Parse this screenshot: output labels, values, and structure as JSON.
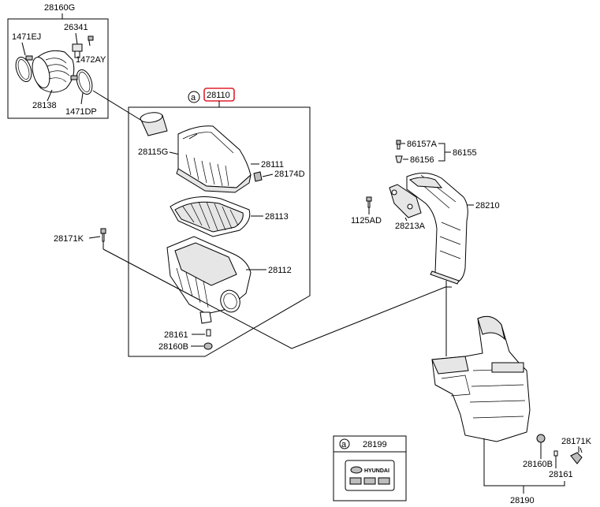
{
  "labels": {
    "grp_28160G": "28160G",
    "p_1471EJ": "1471EJ",
    "p_26341": "26341",
    "p_1472AY": "1472AY",
    "p_28138": "28138",
    "p_1471DP": "1471DP",
    "callout_a": "a",
    "p_28110": "28110",
    "p_28115G": "28115G",
    "p_28111": "28111",
    "p_28174D": "28174D",
    "p_28113": "28113",
    "p_28171K_left": "28171K",
    "p_28112": "28112",
    "p_28161_left": "28161",
    "p_28160B_left": "28160B",
    "p_86157A": "86157A",
    "p_86156": "86156",
    "p_86155": "86155",
    "p_28210": "28210",
    "p_1125AD": "1125AD",
    "p_28213A": "28213A",
    "p_28171K_right": "28171K",
    "p_28160B_right": "28160B",
    "p_28161_right": "28161",
    "p_28190": "28190",
    "legend_a": "a",
    "legend_part": "28199",
    "logo_text": "HYUNDAI"
  },
  "highlight_color": "#e0202c"
}
